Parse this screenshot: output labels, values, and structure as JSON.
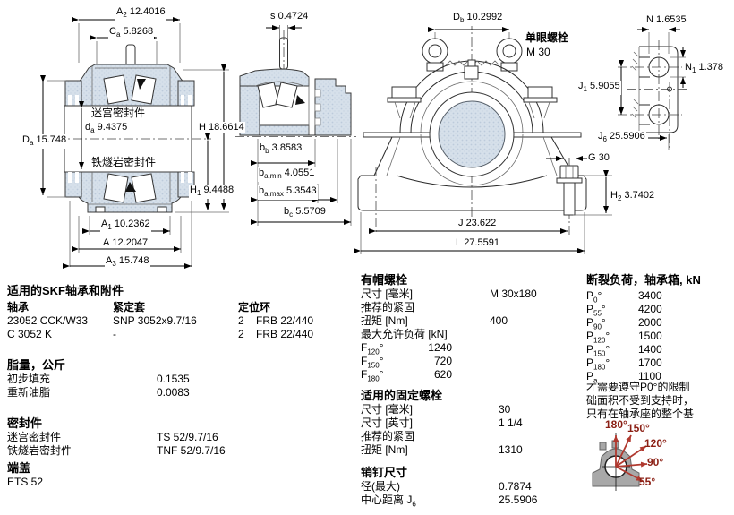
{
  "views": {
    "left_section": {
      "dims": {
        "A2": {
          "sym": "A",
          "sub": "2",
          "val": "12.4016"
        },
        "Ca": {
          "sym": "C",
          "sub": "a",
          "val": "5.8268"
        },
        "Da": {
          "sym": "D",
          "sub": "a",
          "val": "15.748"
        },
        "da": {
          "sym": "d",
          "sub": "a",
          "val": "9.4375"
        },
        "H": {
          "sym": "H",
          "sub": "",
          "val": "18.6614"
        },
        "H1": {
          "sym": "H",
          "sub": "1",
          "val": "9.4488"
        },
        "A1": {
          "sym": "A",
          "sub": "1",
          "val": "10.2362"
        },
        "A": {
          "sym": "A",
          "sub": "",
          "val": "12.2047"
        },
        "A3": {
          "sym": "A",
          "sub": "3",
          "val": "15.748"
        }
      },
      "labels": {
        "labyrinth_seal": "迷宫密封件",
        "taconite_seal": "铁燧岩密封件"
      }
    },
    "side_section": {
      "dims": {
        "s": {
          "sym": "s",
          "sub": "",
          "val": "0.4724"
        },
        "bb": {
          "sym": "b",
          "sub": "b",
          "val": "3.8583"
        },
        "ba_min": {
          "sym": "b",
          "sub": "a,min",
          "val": "4.0551"
        },
        "ba_max": {
          "sym": "b",
          "sub": "a,max",
          "val": "5.3543"
        },
        "bc": {
          "sym": "b",
          "sub": "c",
          "val": "5.5709"
        }
      }
    },
    "front": {
      "dims": {
        "Db": {
          "sym": "D",
          "sub": "b",
          "val": "10.2992"
        },
        "J": {
          "sym": "J",
          "sub": "",
          "val": "23.622"
        },
        "L": {
          "sym": "L",
          "sub": "",
          "val": "27.5591"
        },
        "G": {
          "sym": "G",
          "sub": "",
          "val": "30"
        },
        "H2": {
          "sym": "H",
          "sub": "2",
          "val": "3.7402"
        }
      },
      "eye_bolt_label": "单眼螺栓",
      "eye_bolt_size": "M 30"
    },
    "base_detail": {
      "dims": {
        "N": {
          "sym": "N",
          "sub": "",
          "val": "1.6535"
        },
        "N1": {
          "sym": "N",
          "sub": "1",
          "val": "1.378"
        },
        "J1": {
          "sym": "J",
          "sub": "1",
          "val": "5.9055"
        },
        "J6": {
          "sym": "J",
          "sub": "6",
          "val": "25.5906"
        }
      }
    }
  },
  "sections": {
    "bearings": {
      "title": "适用的SKF轴承和附件",
      "col_bearing": "轴承",
      "col_sleeve": "紧定套",
      "col_ring": "定位环",
      "rows": [
        {
          "bearing": "23052 CCK/W33",
          "sleeve": "SNP 3052x9.7/16",
          "ring_qty": "2",
          "ring": "FRB 22/440"
        },
        {
          "bearing": "C 3052 K",
          "sleeve": "-",
          "ring_qty": "2",
          "ring": "FRB 22/440"
        }
      ]
    },
    "grease": {
      "title": "脂量，公斤",
      "rows": [
        {
          "label": "初步填充",
          "value": "0.1535"
        },
        {
          "label": "重新油脂",
          "value": "0.0083"
        }
      ]
    },
    "seals": {
      "title": "密封件",
      "rows": [
        {
          "label": "迷宫密封件",
          "value": "TS 52/9.7/16"
        },
        {
          "label": "铁燧岩密封件",
          "value": "TNF 52/9.7/16"
        }
      ]
    },
    "end_cover": {
      "title": "端盖",
      "value": "ETS 52"
    },
    "cap_bolts": {
      "title": "有帽螺栓",
      "size_label": "尺寸 [毫米]",
      "size": "M 30x180",
      "rec_label": "推荐的紧固",
      "torque_label": "扭矩 [Nm]",
      "torque": "400",
      "max_load_label": "最大允许负荷 [kN]",
      "loads": [
        {
          "sym": "F",
          "sub": "120",
          "deg": "°",
          "value": "1240"
        },
        {
          "sym": "F",
          "sub": "150",
          "deg": "°",
          "value": "720"
        },
        {
          "sym": "F",
          "sub": "180",
          "deg": "°",
          "value": "620"
        }
      ]
    },
    "attach_bolts": {
      "title": "适用的固定螺栓",
      "size_mm_label": "尺寸 [毫米]",
      "size_mm": "30",
      "size_in_label": "尺寸 [英寸]",
      "size_in": "1 1/4",
      "rec_label": "推荐的紧固",
      "torque_label": "扭矩 [Nm]",
      "torque": "1310"
    },
    "pins": {
      "title": "销钉尺寸",
      "dia_label": "径(最大)",
      "dia": "0.7874",
      "cc_label": "中心距离 J",
      "cc_sub": "6",
      "cc": "25.5906"
    },
    "breaking_loads": {
      "title": "断裂负荷，轴承箱, kN",
      "rows": [
        {
          "sym": "P",
          "sub": "0",
          "deg": "°",
          "value": "3400"
        },
        {
          "sym": "P",
          "sub": "55",
          "deg": "°",
          "value": "4200"
        },
        {
          "sym": "P",
          "sub": "90",
          "deg": "°",
          "value": "2000"
        },
        {
          "sym": "P",
          "sub": "120",
          "deg": "°",
          "value": "1500"
        },
        {
          "sym": "P",
          "sub": "150",
          "deg": "°",
          "value": "1400"
        },
        {
          "sym": "P",
          "sub": "180",
          "deg": "°",
          "value": "1700"
        },
        {
          "sym": "P",
          "sub": "a",
          "deg": "",
          "value": "1100"
        }
      ],
      "note_lines": [
        "才需要遵守P0°的限制",
        "础面积不受到支持时，",
        "只有在轴承座的整个基"
      ],
      "angle_labels": [
        "180°",
        "150°",
        "120°",
        "90°",
        "55°"
      ]
    }
  },
  "colors": {
    "drawing_fill": "#d4dfe9",
    "arrow_red": "#b0392f",
    "label_red": "#8b1f14"
  }
}
